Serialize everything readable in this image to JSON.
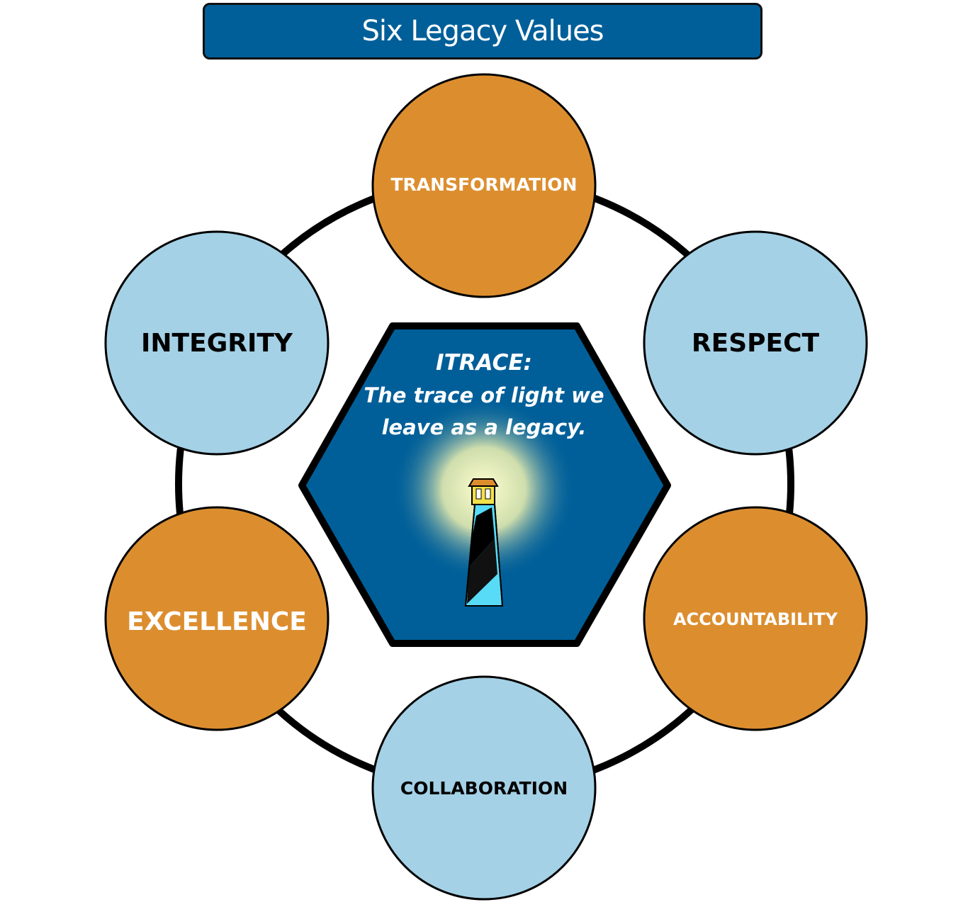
{
  "title": "Six Legacy Values",
  "colors": {
    "orange": "#dc8e2f",
    "light_blue": "#a4d1e6",
    "hexagon": "#005f99",
    "title_bar": "#005f99",
    "lighthouse": "#58dbf7"
  },
  "center": {
    "line1": "ITRACE:",
    "line2": "The trace of light we",
    "line3": "leave as a legacy.",
    "icon": "lighthouse-icon"
  },
  "values": [
    {
      "label": "TRANSFORMATION",
      "color": "orange"
    },
    {
      "label": "RESPECT",
      "color": "light_blue"
    },
    {
      "label": "ACCOUNTABILITY",
      "color": "orange"
    },
    {
      "label": "COLLABORATION",
      "color": "light_blue"
    },
    {
      "label": "EXCELLENCE",
      "color": "orange"
    },
    {
      "label": "INTEGRITY",
      "color": "light_blue"
    }
  ]
}
